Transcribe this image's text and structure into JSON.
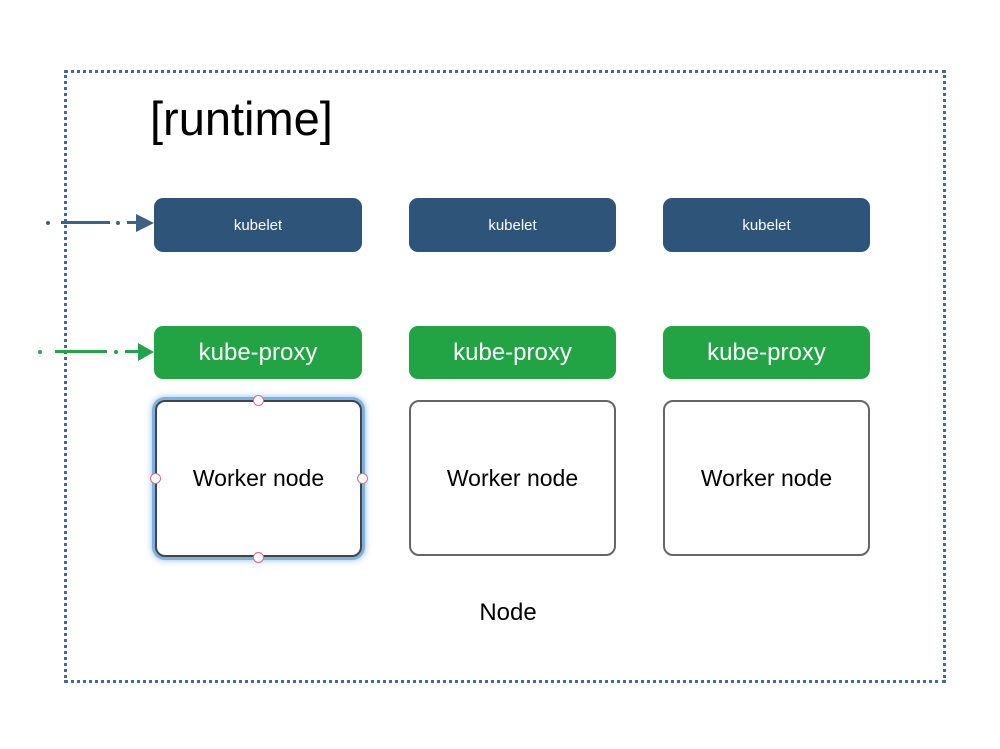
{
  "diagram": {
    "title": "[runtime]",
    "group_label": "Node",
    "background_color": "#ffffff",
    "boundary": {
      "name": "runtime-cluster-boundary",
      "style": "dotted",
      "color": "#4a6792"
    },
    "columns": [
      {
        "index": 1,
        "kubelet": "kubelet",
        "kube_proxy": "kube-proxy",
        "worker_node": "Worker node",
        "selected": true
      },
      {
        "index": 2,
        "kubelet": "kubelet",
        "kube_proxy": "kube-proxy",
        "worker_node": "Worker node",
        "selected": false
      },
      {
        "index": 3,
        "kubelet": "kubelet",
        "kube_proxy": "kube-proxy",
        "worker_node": "Worker node",
        "selected": false
      }
    ],
    "arrows": [
      {
        "name": "kubelet-inbound-arrow",
        "target": "kubelet",
        "color": "#3f6186",
        "style": "dash-dot"
      },
      {
        "name": "kube-proxy-inbound-arrow",
        "target": "kube-proxy",
        "color": "#24a24a",
        "style": "dash-dot"
      }
    ],
    "colors": {
      "kubelet_fill": "#2e5579",
      "kube_proxy_fill": "#22a444",
      "worker_border": "#666666",
      "selection_glow": "#7eb0e0",
      "handle_ring": "#e4687f",
      "boundary": "#4a6792"
    }
  }
}
